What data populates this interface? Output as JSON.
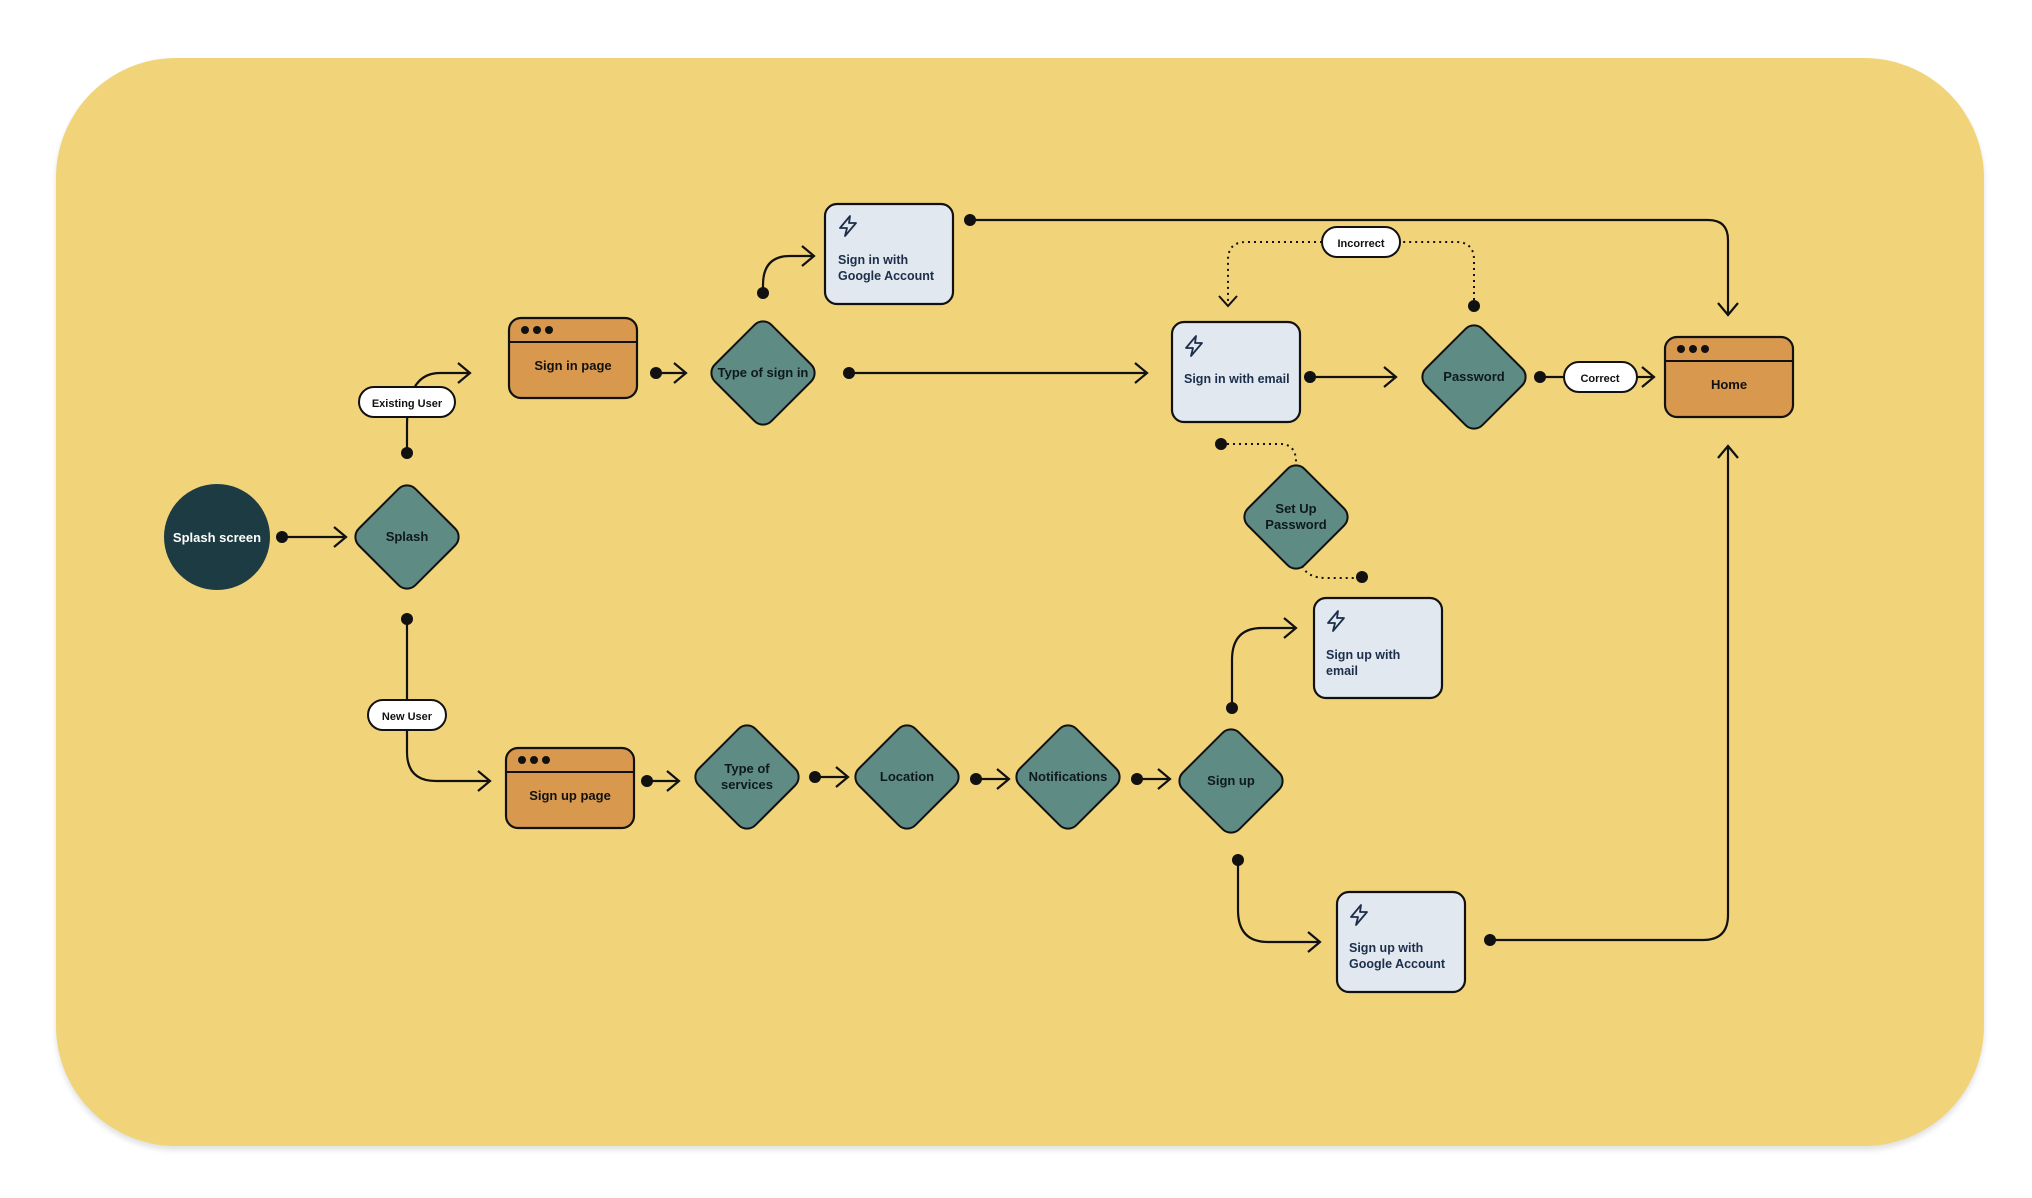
{
  "colors": {
    "board": "#f1d47a",
    "start_node": "#1d3b42",
    "decision": "#5e8b84",
    "page": "#d8994e",
    "action": "#e1e8f0",
    "line": "#111111",
    "action_text": "#1c2e4a"
  },
  "nodes": {
    "splash_screen": "Splash screen",
    "splash": "Splash",
    "sign_in_page": "Sign in page",
    "type_of_sign_in": "Type of sign in",
    "google_signin_l1": "Sign in with",
    "google_signin_l2": "Google Account",
    "email_signin": "Sign in with email",
    "password": "Password",
    "home": "Home",
    "setup_password_l1": "Set Up",
    "setup_password_l2": "Password",
    "signup_email_l1": "Sign up with",
    "signup_email_l2": "email",
    "sign_up_page": "Sign up page",
    "type_of_services_l1": "Type of",
    "type_of_services_l2": "services",
    "location": "Location",
    "notifications": "Notifications",
    "sign_up": "Sign up",
    "google_signup_l1": "Sign up with",
    "google_signup_l2": "Google Account"
  },
  "edge_labels": {
    "existing_user": "Existing User",
    "new_user": "New User",
    "incorrect": "Incorrect",
    "correct": "Correct"
  },
  "icons": {
    "action": "lightning-icon",
    "page": "browser-window-icon"
  }
}
